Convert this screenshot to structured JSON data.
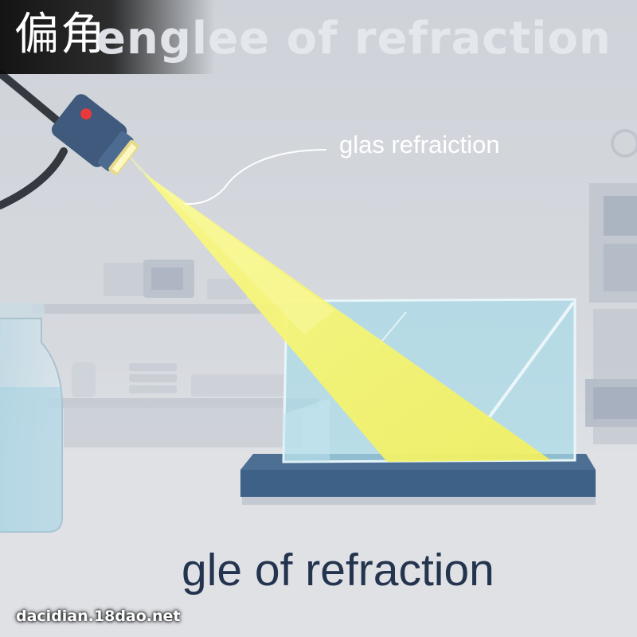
{
  "badge": {
    "text": "偏角"
  },
  "title_top": "englee of refraction",
  "callout": "glas refraiction",
  "title_bottom": "gle of refraction",
  "watermark": "dacidian.18dao.net",
  "colors": {
    "background": "#d4d7dc",
    "beam": "#f7f56a",
    "glass": "#aadbe8",
    "prism_base": "#3e6287",
    "lamp_body": "#3f5a7d",
    "lamp_indicator": "#e83a3a",
    "title_text": "#24344f"
  },
  "icons": {
    "lamp": "light-source-lamp",
    "flask": "glass-flask",
    "prism": "glass-prism"
  }
}
